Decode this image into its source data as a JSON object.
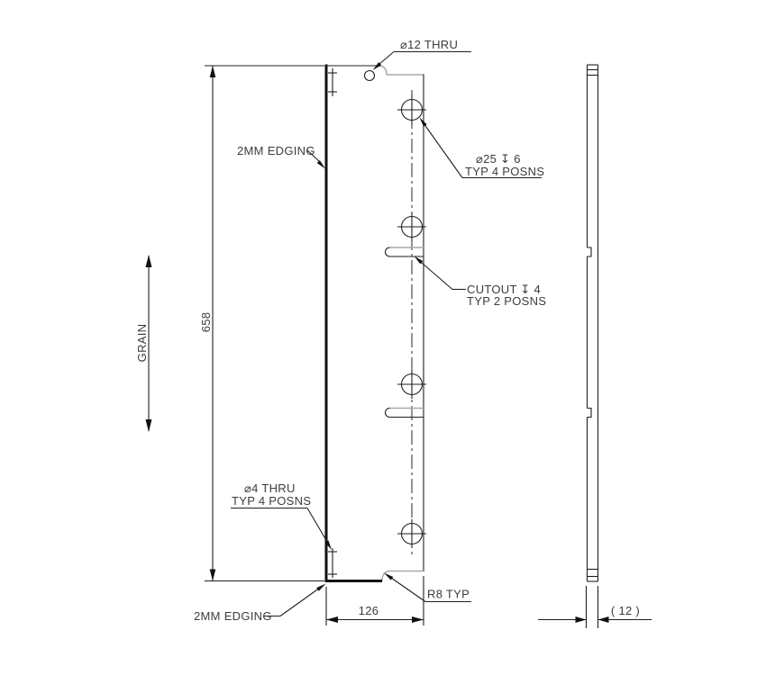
{
  "labels": {
    "dia12_thru": "⌀12 THRU",
    "edging_top": "2MM EDGING",
    "cbore_spec": "⌀25 ↧ 6",
    "cbore_qty": "TYP 4 POSNS",
    "cutout_spec": "CUTOUT ↧ 4",
    "cutout_qty": "TYP 2 POSNS",
    "grain": "GRAIN",
    "dim_height": "658",
    "dia4_spec": "⌀4 THRU",
    "dia4_qty": "TYP 4 POSNS",
    "r8": "R8 TYP",
    "edging_bottom": "2MM EDGING",
    "dim_width": "126",
    "dim_thickness": "( 12 )"
  },
  "colors": {
    "line": "#1f1f1f",
    "secondary_line": "#a9a9a9",
    "text": "#3c3c3c",
    "background": "#ffffff"
  }
}
